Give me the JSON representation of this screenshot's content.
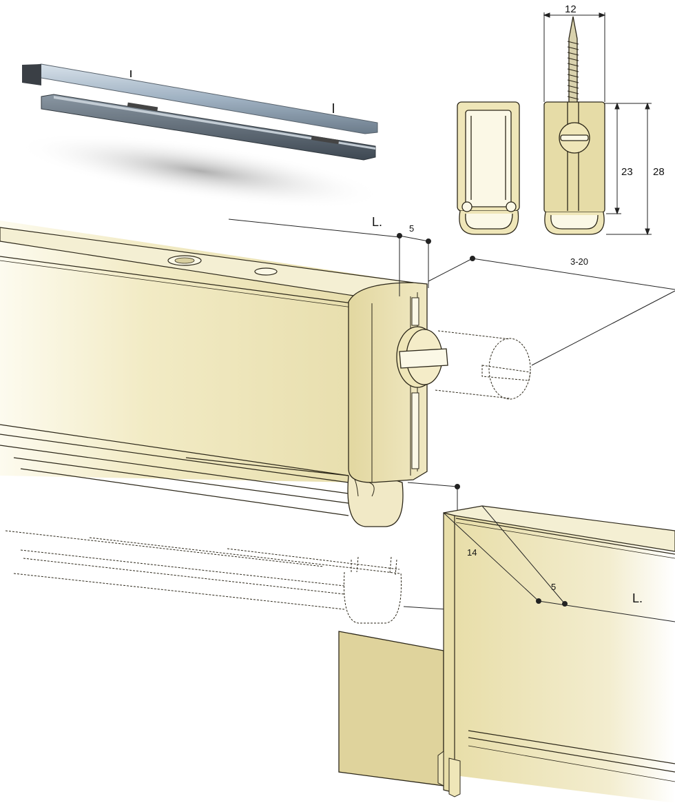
{
  "dimensions": {
    "screw_width": "12",
    "inner_height": "23",
    "total_height": "28",
    "bracket_range": "3-20",
    "end_offset_top": "5",
    "length_top": "L.",
    "drop": "14",
    "end_offset_bottom": "5",
    "length_bottom": "L."
  },
  "colors": {
    "profile_fill": "#ece3b3",
    "profile_light": "#fbf8e6",
    "profile_stroke": "#2b2618",
    "rail_steel": "#aebccb",
    "rail_dark": "#5f6a74",
    "dim_line": "#222222"
  }
}
